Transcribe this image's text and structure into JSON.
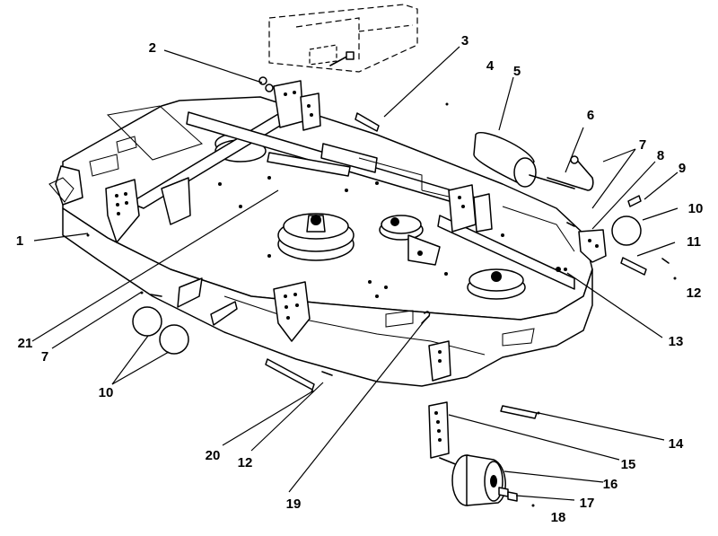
{
  "callouts": [
    {
      "id": "c1",
      "label": "1"
    },
    {
      "id": "c2",
      "label": "2"
    },
    {
      "id": "c3",
      "label": "3"
    },
    {
      "id": "c4",
      "label": "4"
    },
    {
      "id": "c5",
      "label": "5"
    },
    {
      "id": "c6",
      "label": "6"
    },
    {
      "id": "c7a",
      "label": "7"
    },
    {
      "id": "c7b",
      "label": "7"
    },
    {
      "id": "c8",
      "label": "8"
    },
    {
      "id": "c9",
      "label": "9"
    },
    {
      "id": "c10a",
      "label": "10"
    },
    {
      "id": "c10b",
      "label": "10"
    },
    {
      "id": "c11",
      "label": "11"
    },
    {
      "id": "c12a",
      "label": "12"
    },
    {
      "id": "c12b",
      "label": "12"
    },
    {
      "id": "c13",
      "label": "13"
    },
    {
      "id": "c14",
      "label": "14"
    },
    {
      "id": "c15",
      "label": "15"
    },
    {
      "id": "c16",
      "label": "16"
    },
    {
      "id": "c17",
      "label": "17"
    },
    {
      "id": "c18",
      "label": "18"
    },
    {
      "id": "c19",
      "label": "19"
    },
    {
      "id": "c20",
      "label": "20"
    },
    {
      "id": "c21",
      "label": "21"
    }
  ]
}
